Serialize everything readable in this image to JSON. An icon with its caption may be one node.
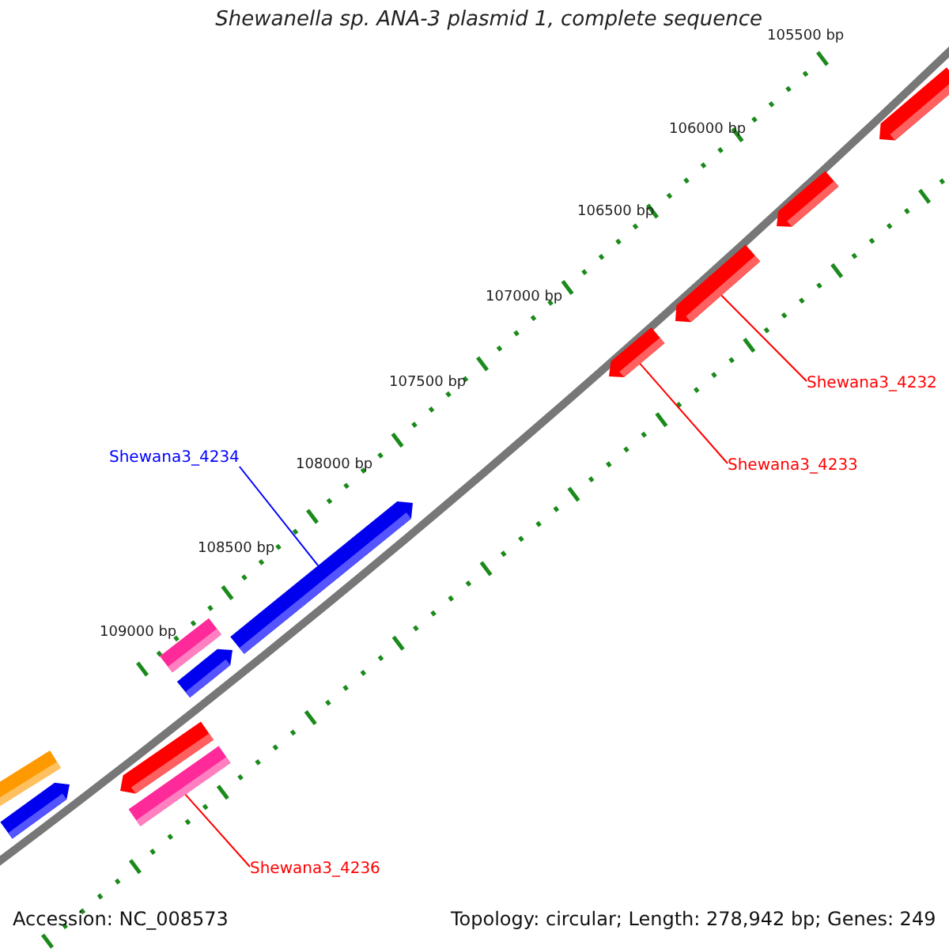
{
  "diagram": {
    "title": "Shewanella sp. ANA-3 plasmid 1, complete sequence",
    "nodes": [
      {
        "text": [],
        "shape": "arrow"
      },
      {
        "text": [],
        "shape": "arrow"
      },
      {
        "text": [],
        "shape": "arrow"
      },
      {
        "text": [
          "Shewana3_4232"
        ]
      },
      {
        "text": [],
        "shape": "arrow"
      },
      {
        "text": [
          "Shewana3_4233"
        ]
      },
      {
        "text": [
          "Shewana3_4234"
        ]
      },
      {
        "text": [],
        "shape": "arrow"
      },
      {
        "text": [],
        "shape": "bar"
      },
      {
        "text": [],
        "shape": "arrow"
      },
      {
        "text": [],
        "shape": "bar"
      },
      {
        "text": [],
        "shape": "arrow"
      },
      {
        "text": [],
        "shape": "arrow"
      },
      {
        "text": [],
        "shape": "bar"
      },
      {
        "text": [
          "Shewana3_4236"
        ]
      }
    ],
    "edges": [
      {
        "from": 3,
        "to": 2,
        "arrow": "none"
      },
      {
        "from": 5,
        "to": 4,
        "arrow": "none"
      },
      {
        "from": 6,
        "to": 7,
        "arrow": "none",
        "color": "#0000ff"
      },
      {
        "from": 14,
        "to": 13,
        "arrow": "none"
      }
    ],
    "labels": [
      "105500 bp",
      "106000 bp",
      "106500 bp",
      "107000 bp",
      "107500 bp",
      "108000 bp",
      "108500 bp",
      "109000 bp",
      "Accession: NC_008573",
      "Topology: circular; Length: 278,942 bp; Genes: 249"
    ]
  }
}
